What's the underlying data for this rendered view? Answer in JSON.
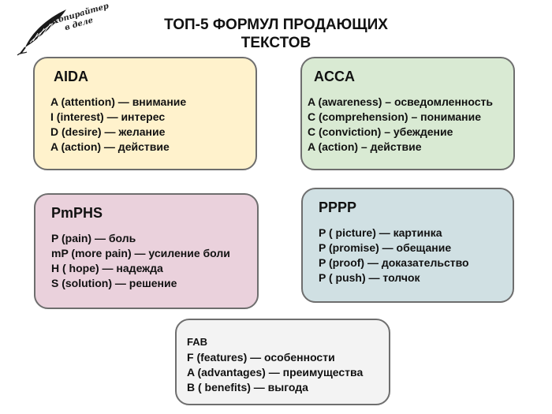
{
  "logo": {
    "text_line1": "Копирайтер",
    "text_line2": "в деле",
    "icon": "quill-pen-icon"
  },
  "title": {
    "line1": "ТОП-5 ФОРМУЛ ПРОДАЮЩИХ",
    "line2": "ТЕКСТОВ"
  },
  "cards": [
    {
      "title": "AIDA",
      "lines": [
        "A (attention) — внимание",
        "I (interest) — интерес",
        "D (desire) — желание",
        "A (action) — действие"
      ],
      "color": "#fff2cc"
    },
    {
      "title": "ACCA",
      "lines": [
        "A (awareness) – осведомленность",
        "C (comprehension) – понимание",
        "C (conviction) – убеждение",
        "A (action) – действие"
      ],
      "color": "#d9ead3"
    },
    {
      "title": "PmPHS",
      "lines": [
        "P (pain) — боль",
        "mP (more pain) — усиление боли",
        "H ( hope) — надежда",
        "S (solution) — решение"
      ],
      "color": "#ead1dc"
    },
    {
      "title": "PPPP",
      "lines": [
        "P ( picture) — картинка",
        "P (promise) — обещание",
        "P (proof) — доказательство",
        "P ( push) — толчок"
      ],
      "color": "#d0e0e3"
    },
    {
      "title": "FAB",
      "lines": [
        "F (features) — особенности",
        "A (advantages) — преимущества",
        "B ( benefits) — выгода"
      ],
      "color": "#f3f3f3"
    }
  ]
}
